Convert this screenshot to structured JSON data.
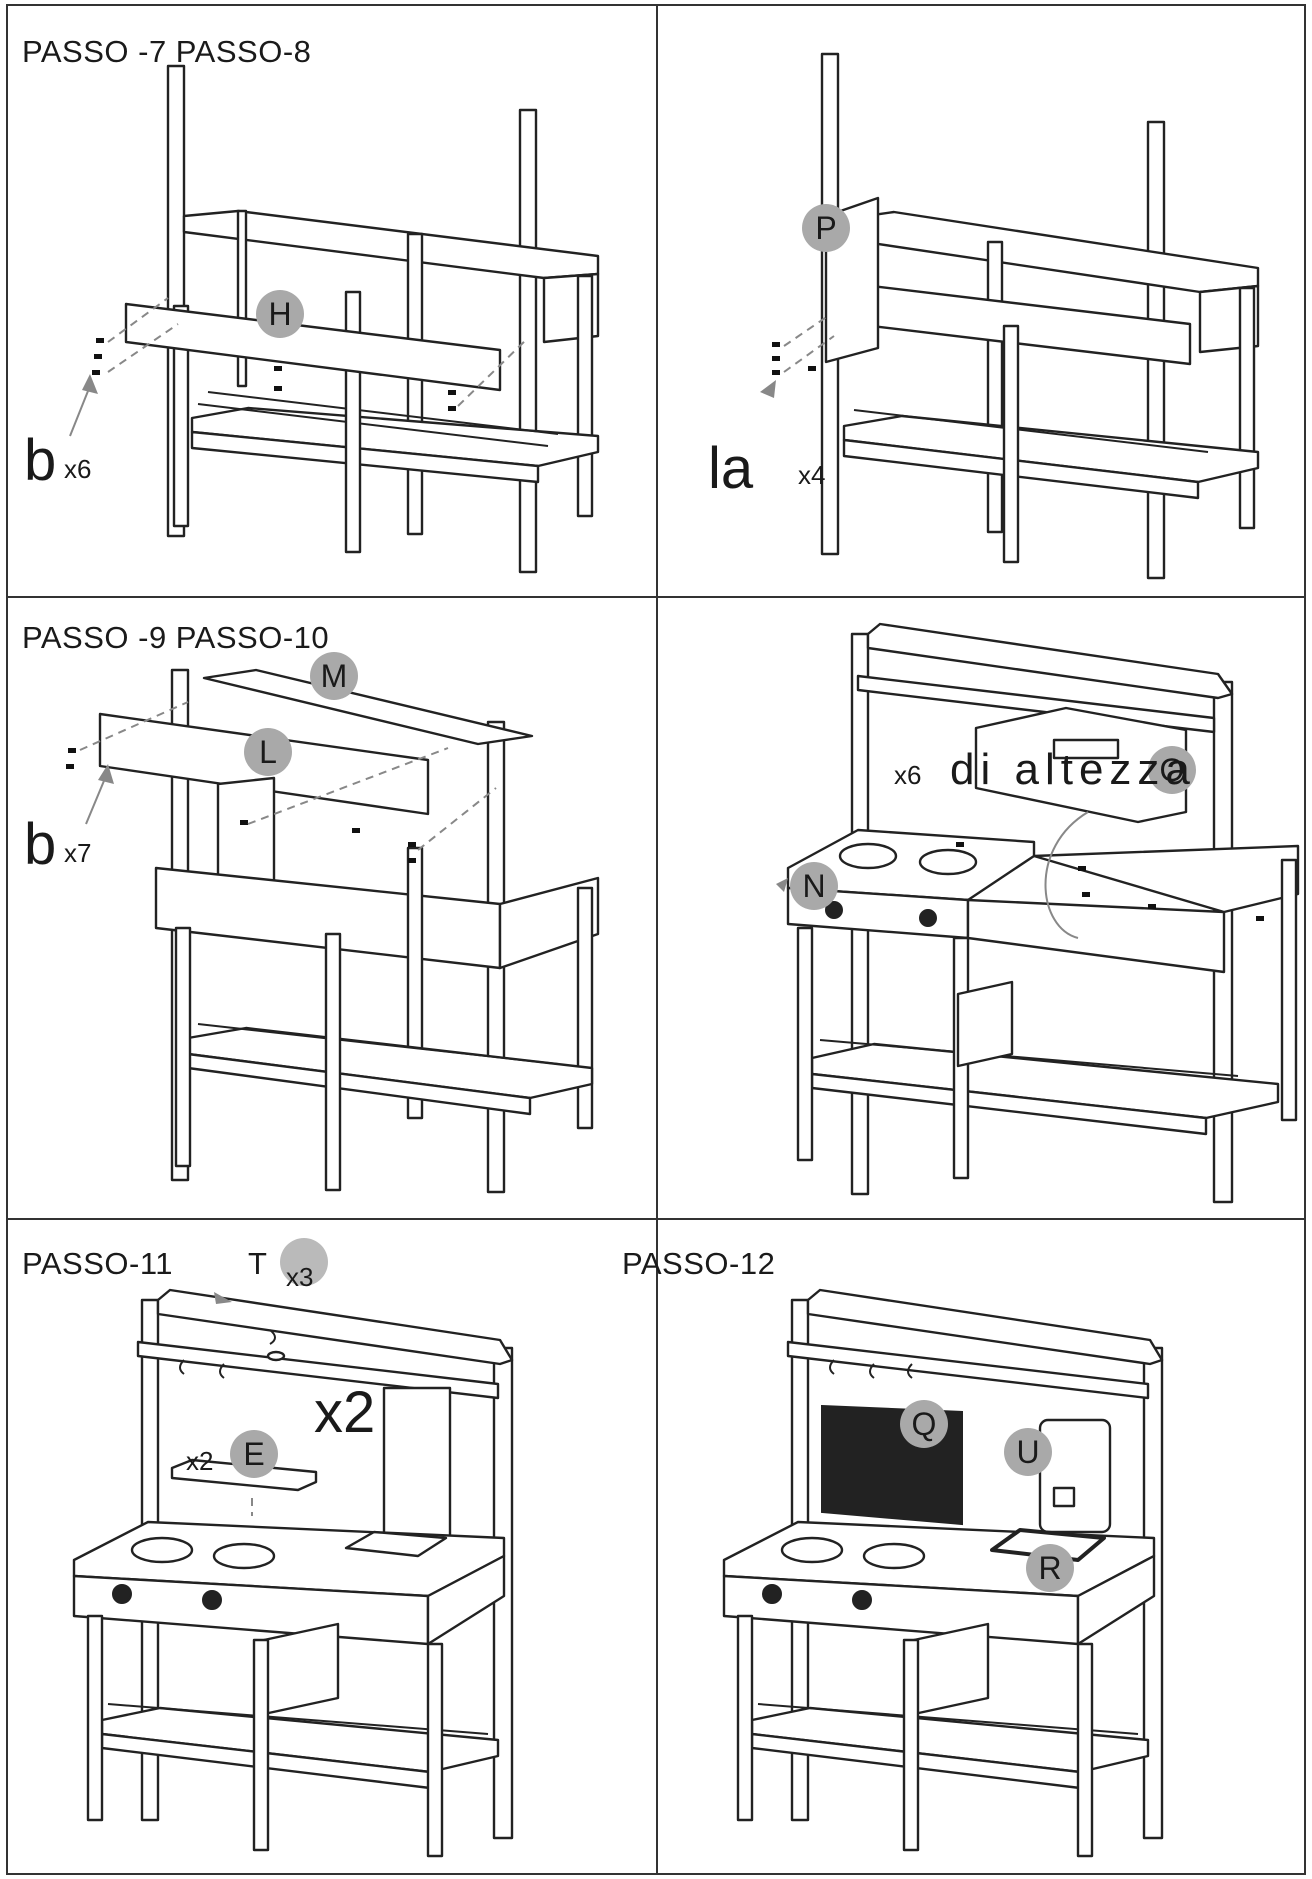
{
  "panels": {
    "p1": {
      "title": "PASSO  -7   PASSO-8",
      "part": "H",
      "fastener": "b",
      "qty": "x6"
    },
    "p2": {
      "part": "P",
      "fastener": "la",
      "qty": "x4"
    },
    "p3": {
      "title": "PASSO  -9   PASSO-10",
      "part1": "M",
      "part2": "L",
      "fastener": "b",
      "qty": "x7"
    },
    "p4": {
      "part1": "N",
      "qty": "x6",
      "note": "di  altezza",
      "part2": "O"
    },
    "p5": {
      "title": "PASSO-11",
      "hook": "T",
      "hook_qty": "x3",
      "qty_big": "x2",
      "part": "E",
      "part_qty": "x2"
    },
    "p6": {
      "title": "PASSO-12",
      "part1": "Q",
      "part2": "U",
      "part3": "R"
    }
  }
}
